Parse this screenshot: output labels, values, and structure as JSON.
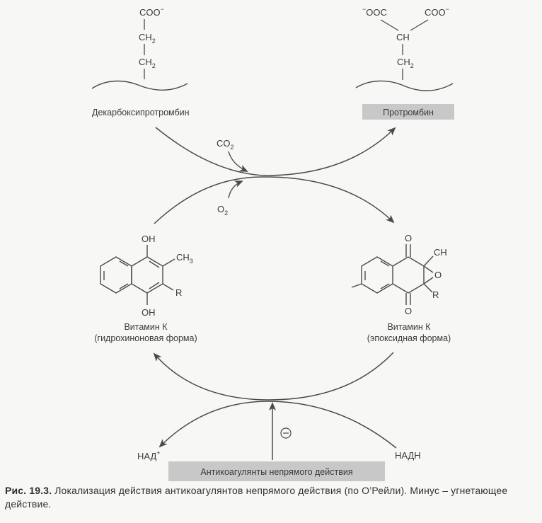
{
  "diagram": {
    "top_left": {
      "formula_coo": "COO",
      "charge_minus": "−",
      "formula_ch2": "CH",
      "sub_2": "2",
      "label": "Декарбоксипротромбин"
    },
    "top_right": {
      "formula_left_coo": "OOC",
      "formula_right_coo": "COO",
      "charge_minus": "−",
      "formula_ch": "CH",
      "formula_ch2": "CH",
      "sub_2": "2",
      "label": "Протромбин"
    },
    "co2": {
      "main": "CO",
      "sub": "2"
    },
    "o2": {
      "main": "O",
      "sub": "2"
    },
    "hydroquinone": {
      "oh_top": "OH",
      "oh_bottom": "OH",
      "ch3_main": "CH",
      "ch3_sub": "3",
      "r": "R",
      "label_line1": "Витамин К",
      "label_line2": "(гидрохиноновая форма)"
    },
    "epoxide": {
      "o_top": "O",
      "o_bottom": "O",
      "o_ring": "O",
      "ch": "CH",
      "r": "R",
      "label_line1": "Витамин К",
      "label_line2": "(эпоксидная форма)"
    },
    "nad_plus": "НАД",
    "nad_plus_sup": "+",
    "nadh": "НАДН",
    "inhibit_symbol": "⊖",
    "anticoagulants": "Антикоагулянты непрямого действия"
  },
  "caption": {
    "bold": "Рис. 19.3.",
    "text": " Локализация действия антикоагулянтов непрямого действия (по О’Рейли). Минус – угнетающее действие."
  },
  "colors": {
    "line": "#4a4a4a",
    "box": "#c8c8c8"
  }
}
